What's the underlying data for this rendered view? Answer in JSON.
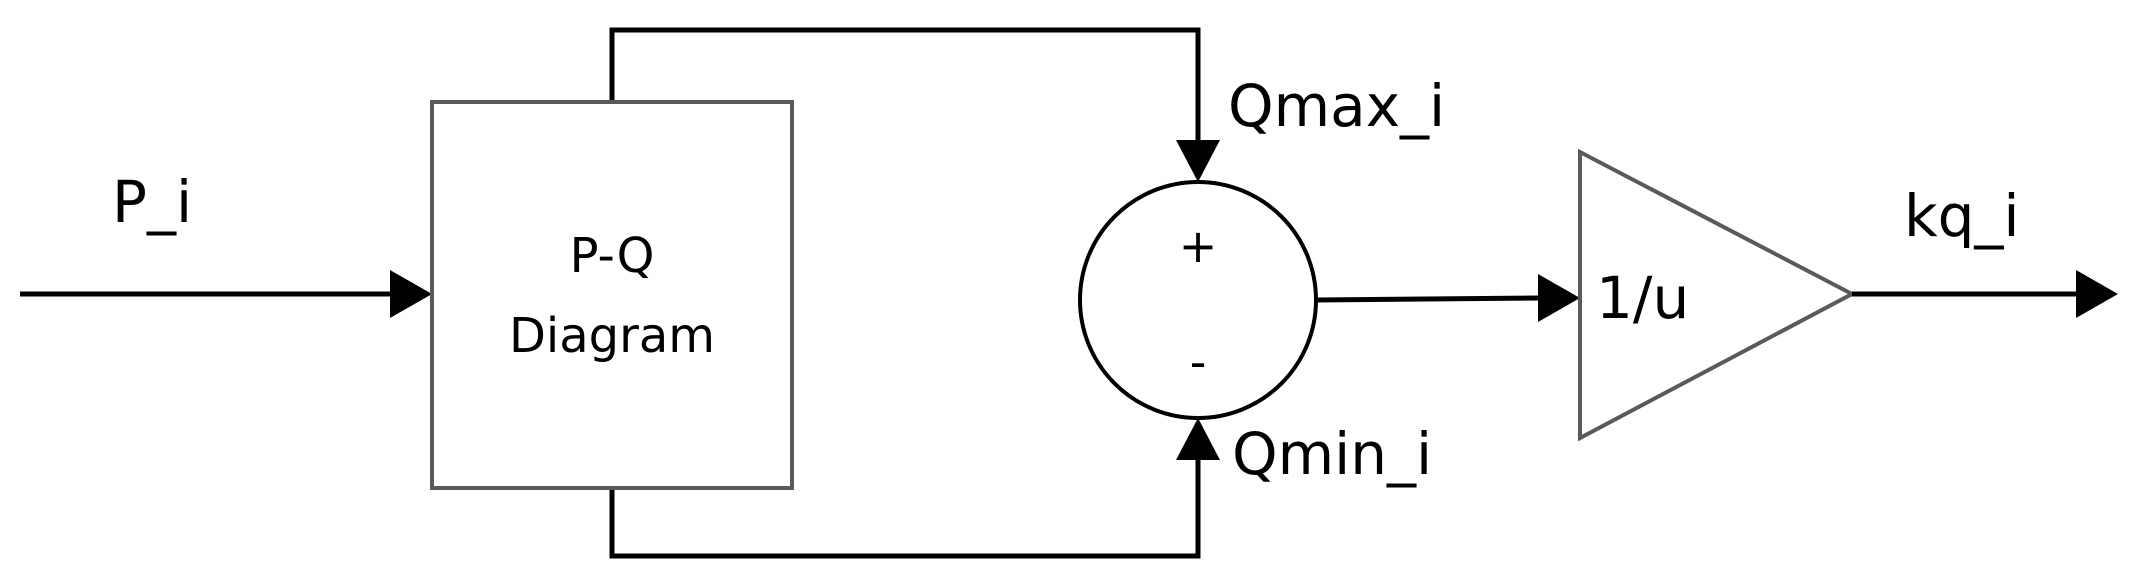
{
  "input_signal": "P_i",
  "pq_block": {
    "line1": "P-Q",
    "line2": "Diagram"
  },
  "upper_signal": "Qmax_i",
  "lower_signal": "Qmin_i",
  "sum_block": {
    "plus_sign": "+",
    "minus_sign": "-"
  },
  "gain_block": {
    "expression": "1/u"
  },
  "output_signal": "kq_i"
}
